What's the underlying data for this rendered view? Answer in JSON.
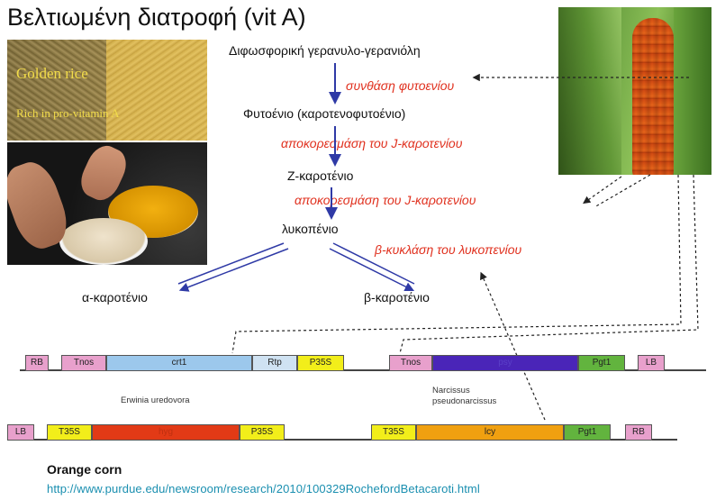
{
  "title": "Βελτιωμένη διατροφή (vit A)",
  "rice_photo": {
    "line1": "Golden rice",
    "line2": "Rich in pro-vitamin A"
  },
  "pathway": {
    "compounds": {
      "ggpp": "Διφωσφορική γερανυλο-γερανιόλη",
      "phytoene": "Φυτοένιο (καροτενοφυτοένιο)",
      "zcarotene": "Ζ-καροτένιο",
      "lycopene": "λυκοπένιο",
      "alpha": "α-καροτένιο",
      "beta": "β-καροτένιο"
    },
    "steps": {
      "synthesis": "συνθάση φυτοενίου",
      "desat1": "αποκορεσμάση του J-καροτενίου",
      "desat2": "αποκορεσμάση του J-καροτενίου",
      "cyclase": "β-κυκλάση του λυκοπενίου"
    }
  },
  "construct1": {
    "segments": {
      "rb": "RB",
      "tnos1": "Tnos",
      "crt1": "crt1",
      "rtp": "Rtp",
      "p35s": "P35S",
      "tnos2": "Tnos",
      "psy": "psy",
      "pgt1": "Pgt1",
      "lb": "LB"
    },
    "label_left": "Erwinia uredovora",
    "label_right_1": "Narcissus",
    "label_right_2": "pseudonarcissus"
  },
  "construct2": {
    "segments": {
      "lb": "LB",
      "t35s1": "T35S",
      "hyg": "hyg",
      "p35s": "P35S",
      "t35s2": "T35S",
      "lcy": "lcy",
      "pgt1": "Pgt1",
      "rb": "RB"
    }
  },
  "footer": {
    "heading": "Orange corn",
    "url": "http://www.purdue.edu/newsroom/research/2010/100329RochefordBetacaroti.html"
  },
  "colors": {
    "accent_red": "#e0301e",
    "arrow_blue": "#2f3aa6",
    "seg_pink": "#e8a0cc",
    "seg_lightblue": "#9cc8ec",
    "seg_paleblue": "#cfe2f2",
    "seg_yellow": "#f2ee1a",
    "seg_purple": "#4a25b8",
    "seg_green": "#62b43e",
    "seg_red": "#e23a16",
    "seg_orange": "#f0a010"
  }
}
